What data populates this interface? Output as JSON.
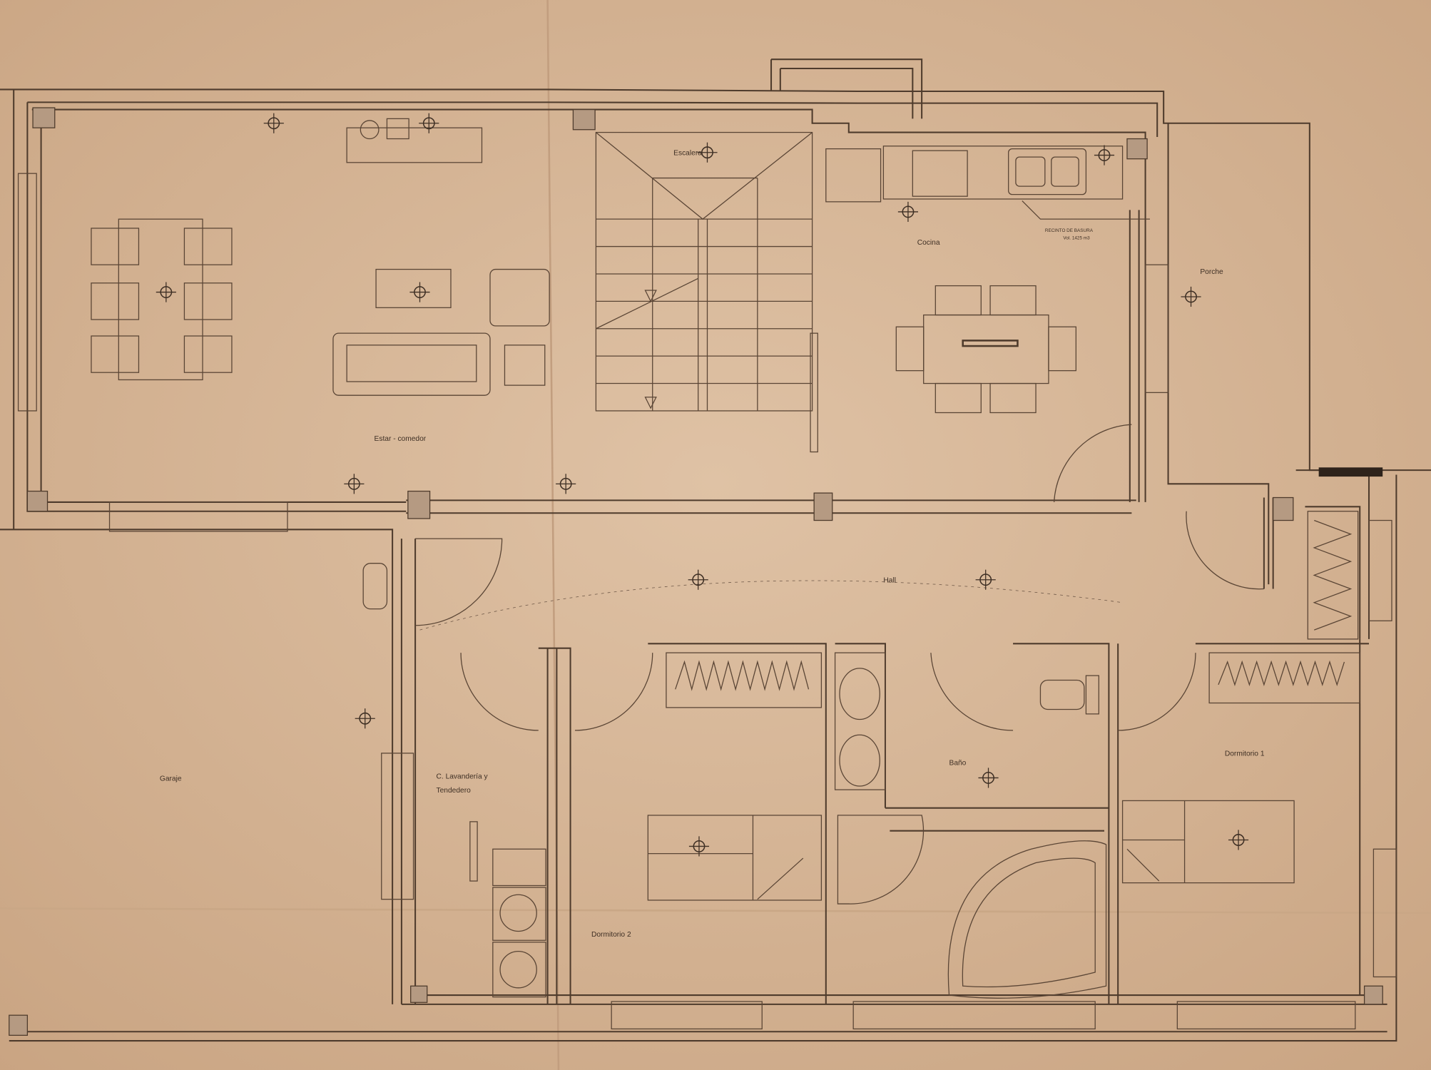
{
  "plan": {
    "title": "Planta baja",
    "rooms": {
      "estar": "Estar - comedor",
      "escalera": "Escalera",
      "cocina": "Cocina",
      "porche": "Porche",
      "hall": "Hall",
      "garaje": "Garaje",
      "lavanderia_1": "C. Lavandería y",
      "lavanderia_2": "Tendedero",
      "dormitorio2": "Dormitorio 2",
      "bano": "Baño",
      "dormitorio1": "Dormitorio 1"
    },
    "notes": {
      "basura_1": "RECINTO DE BASURA",
      "basura_2": "Vol. 1425 m3"
    },
    "colors": {
      "paper": "#d6b597",
      "ink": "#4e3b2c"
    }
  }
}
